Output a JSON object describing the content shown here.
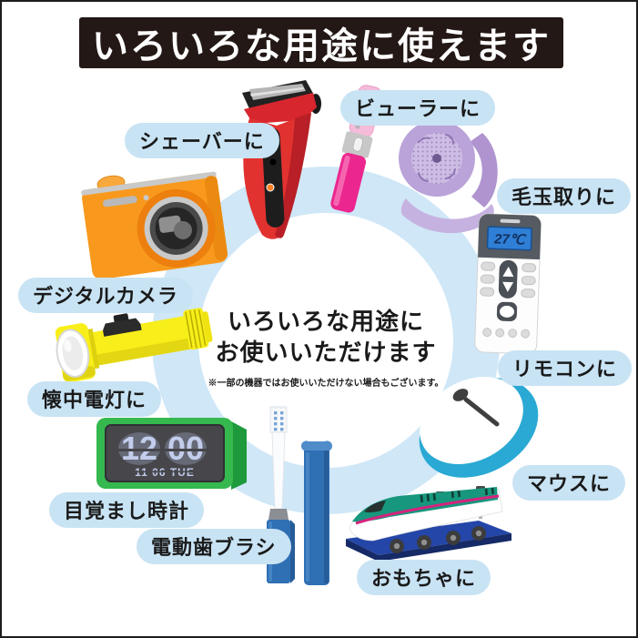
{
  "title_bar": {
    "label": "いろいろな用途に使えます"
  },
  "center": {
    "line1": "いろいろな用途に",
    "line2": "お使いいただけます",
    "note": "※一部の機器ではお使いいただけない場合もございます。"
  },
  "colors": {
    "title_bg": "#231815",
    "title_text": "#ffffff",
    "ring": "#cfe7f7",
    "label_pill_bg": "#c8e3f4",
    "label_text": "#1a1a1a",
    "background": "#ffffff"
  },
  "items": [
    {
      "label": "デジタルカメラ",
      "icon": "digital-camera-icon",
      "color": "#f8991d"
    },
    {
      "label": "シェーバーに",
      "icon": "electric-shaver-icon",
      "color": "#e23230"
    },
    {
      "label": "ビューラーに",
      "icon": "eyelash-curler-icon",
      "color": "#ec268f"
    },
    {
      "label": "毛玉取りに",
      "icon": "lint-remover-icon",
      "color": "#baa3d8"
    },
    {
      "label": "リモコンに",
      "icon": "remote-control-icon",
      "color": "#565b61",
      "lcd": "27℃"
    },
    {
      "label": "マウスに",
      "icon": "computer-mouse-icon",
      "color": "#2aa9d4"
    },
    {
      "label": "おもちゃに",
      "icon": "toy-shinkansen-icon",
      "color": "#17977d"
    },
    {
      "label": "電動歯ブラシ",
      "icon": "electric-toothbrush-icon",
      "color": "#2f6fb4"
    },
    {
      "label": "目覚まし時計",
      "icon": "alarm-clock-icon",
      "color": "#35b84e",
      "display": {
        "hour": "12",
        "minute": "00",
        "date": "11 06 TUE"
      }
    },
    {
      "label": "懐中電灯に",
      "icon": "flashlight-icon",
      "color": "#f8ee19"
    }
  ]
}
